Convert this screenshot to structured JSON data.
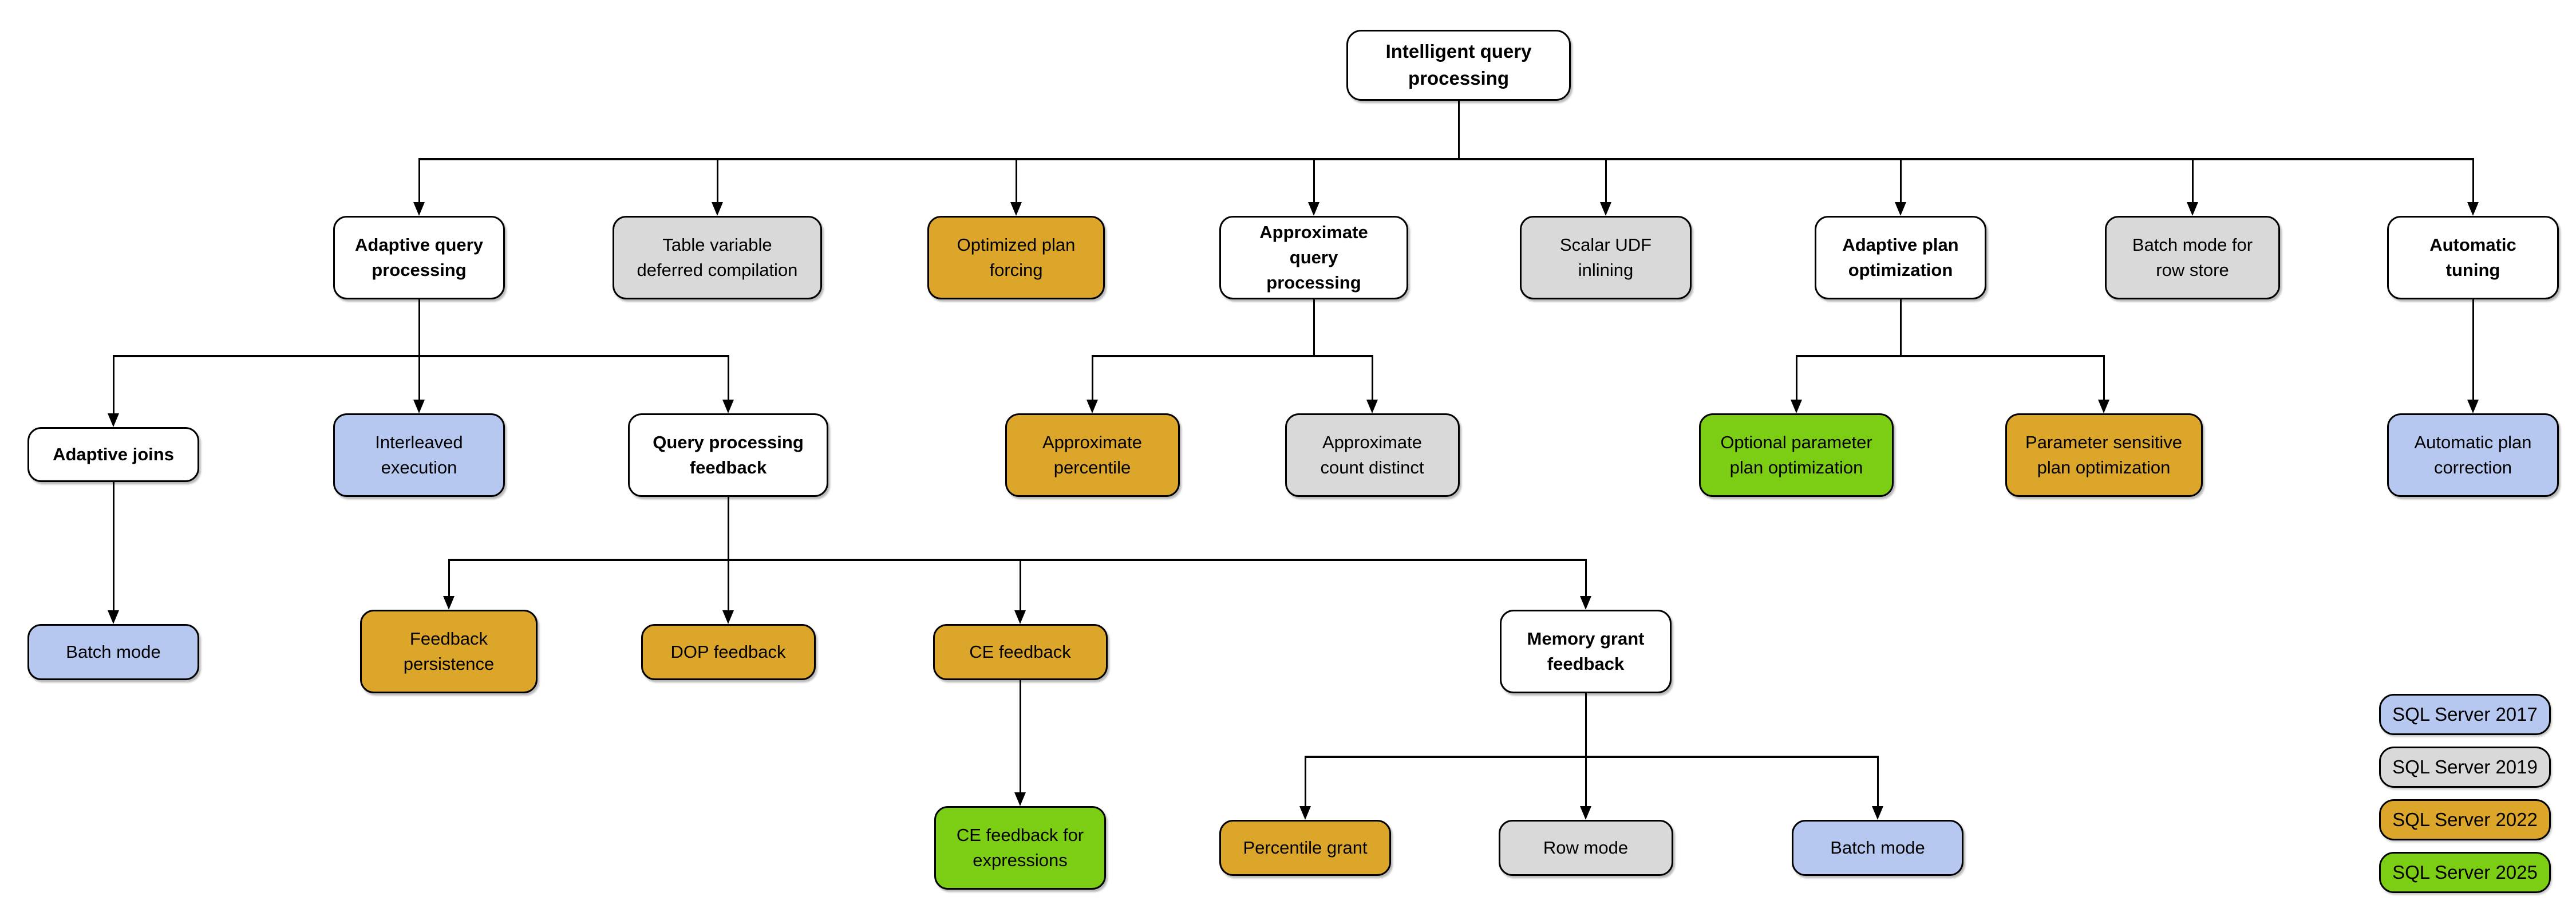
{
  "diagram_title": "Intelligent query processing",
  "versions": {
    "none": {
      "label": "",
      "color": "#FFFFFF"
    },
    "sql2017": {
      "label": "SQL Server 2017",
      "color": "#B7C8F0"
    },
    "sql2019": {
      "label": "SQL Server 2019",
      "color": "#D9D9D9"
    },
    "sql2022": {
      "label": "SQL Server 2022",
      "color": "#DCA62B"
    },
    "sql2025": {
      "label": "SQL Server 2025",
      "color": "#7BCE14"
    }
  },
  "nodes": [
    {
      "id": "root",
      "label": "Intelligent query processing",
      "version": "none"
    },
    {
      "id": "adaptive-query-processing",
      "label": "Adaptive query processing",
      "version": "none"
    },
    {
      "id": "table-variable-deferred-compilation",
      "label": "Table variable deferred compilation",
      "version": "sql2019"
    },
    {
      "id": "optimized-plan-forcing",
      "label": "Optimized plan forcing",
      "version": "sql2022"
    },
    {
      "id": "approximate-query-processing",
      "label": "Approximate query processing",
      "version": "none"
    },
    {
      "id": "scalar-udf-inlining",
      "label": "Scalar UDF inlining",
      "version": "sql2019"
    },
    {
      "id": "adaptive-plan-optimization",
      "label": "Adaptive plan optimization",
      "version": "none"
    },
    {
      "id": "batch-mode-for-row-store",
      "label": "Batch mode for row store",
      "version": "sql2019"
    },
    {
      "id": "automatic-tuning",
      "label": "Automatic tuning",
      "version": "none"
    },
    {
      "id": "adaptive-joins",
      "label": "Adaptive joins",
      "version": "none"
    },
    {
      "id": "interleaved-execution",
      "label": "Interleaved execution",
      "version": "sql2017"
    },
    {
      "id": "query-processing-feedback",
      "label": "Query processing feedback",
      "version": "none"
    },
    {
      "id": "approximate-percentile",
      "label": "Approximate percentile",
      "version": "sql2022"
    },
    {
      "id": "approximate-count-distinct",
      "label": "Approximate count distinct",
      "version": "sql2019"
    },
    {
      "id": "optional-parameter-plan-optimization",
      "label": "Optional parameter plan optimization",
      "version": "sql2025"
    },
    {
      "id": "parameter-sensitive-plan-optimization",
      "label": "Parameter sensitive plan optimization",
      "version": "sql2022"
    },
    {
      "id": "automatic-plan-correction",
      "label": "Automatic plan correction",
      "version": "sql2017"
    },
    {
      "id": "batch-mode-adaptive-joins",
      "label": "Batch mode",
      "version": "sql2017"
    },
    {
      "id": "feedback-persistence",
      "label": "Feedback persistence",
      "version": "sql2022"
    },
    {
      "id": "dop-feedback",
      "label": "DOP feedback",
      "version": "sql2022"
    },
    {
      "id": "ce-feedback",
      "label": "CE feedback",
      "version": "sql2022"
    },
    {
      "id": "memory-grant-feedback",
      "label": "Memory grant feedback",
      "version": "none"
    },
    {
      "id": "ce-feedback-for-expressions",
      "label": "CE feedback for expressions",
      "version": "sql2025"
    },
    {
      "id": "percentile-grant",
      "label": "Percentile grant",
      "version": "sql2022"
    },
    {
      "id": "row-mode",
      "label": "Row mode",
      "version": "sql2019"
    },
    {
      "id": "batch-mode-memory-grant",
      "label": "Batch mode",
      "version": "sql2017"
    }
  ],
  "legend": [
    "sql2017",
    "sql2019",
    "sql2022",
    "sql2025"
  ]
}
